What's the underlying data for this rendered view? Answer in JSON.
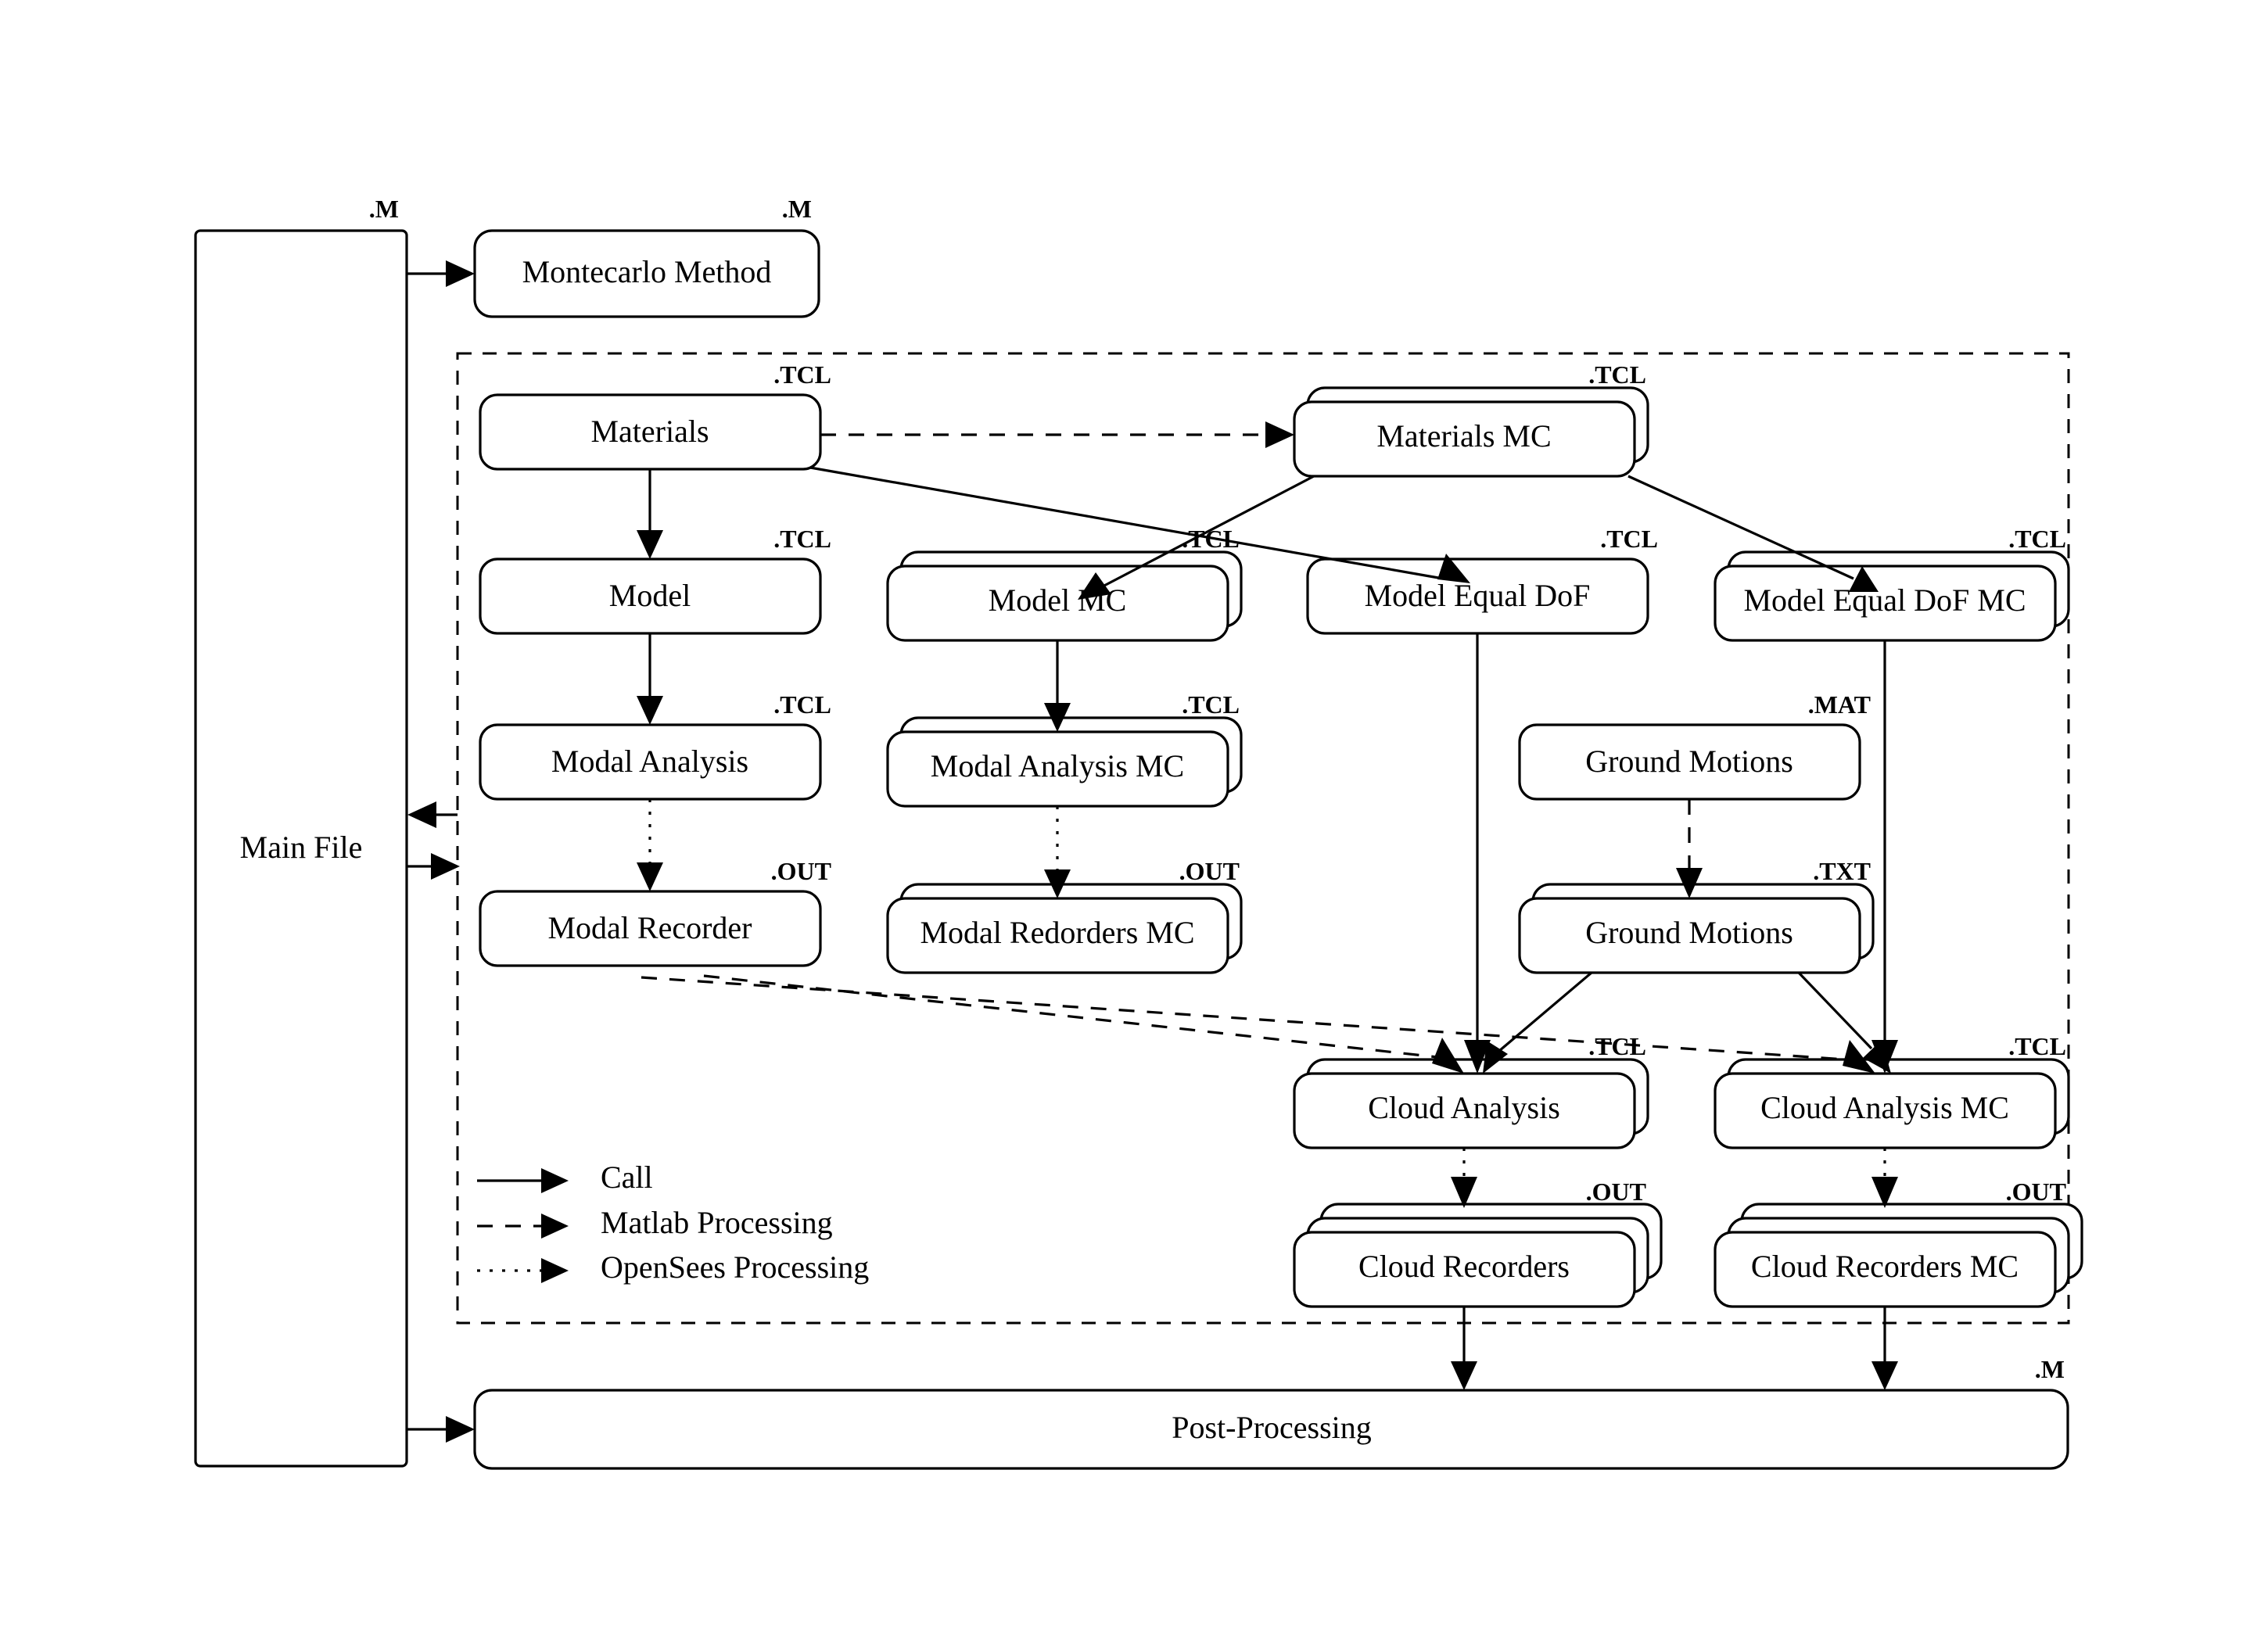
{
  "diagram": {
    "title": "OpenSees / Matlab workflow flowchart",
    "colors": {
      "stroke": "#000000",
      "fill": "#ffffff",
      "background": "#ffffff"
    },
    "nodes": [
      {
        "id": "main-file",
        "label": "Main File",
        "ext": "",
        "stack": 0
      },
      {
        "id": "montecarlo-method",
        "label": "Montecarlo Method",
        "ext": ".M",
        "stack": 0
      },
      {
        "id": "materials",
        "label": "Materials",
        "ext": ".TCL",
        "stack": 0
      },
      {
        "id": "materials-mc",
        "label": "Materials MC",
        "ext": ".TCL",
        "stack": 1
      },
      {
        "id": "model",
        "label": "Model",
        "ext": ".TCL",
        "stack": 0
      },
      {
        "id": "model-mc",
        "label": "Model MC",
        "ext": ".TCL",
        "stack": 1
      },
      {
        "id": "model-equal-dof",
        "label": "Model Equal DoF",
        "ext": ".TCL",
        "stack": 0
      },
      {
        "id": "model-equal-dof-mc",
        "label": "Model Equal DoF MC",
        "ext": ".TCL",
        "stack": 1
      },
      {
        "id": "modal-analysis",
        "label": "Modal Analysis",
        "ext": ".TCL",
        "stack": 0
      },
      {
        "id": "modal-analysis-mc",
        "label": "Modal Analysis MC",
        "ext": ".TCL",
        "stack": 1
      },
      {
        "id": "ground-motions-mat",
        "label": "Ground Motions",
        "ext": ".MAT",
        "stack": 0
      },
      {
        "id": "modal-recorder",
        "label": "Modal Recorder",
        "ext": ".OUT",
        "stack": 0
      },
      {
        "id": "modal-redorders-mc",
        "label": "Modal Redorders MC",
        "ext": ".OUT",
        "stack": 1
      },
      {
        "id": "ground-motions-txt",
        "label": "Ground Motions",
        "ext": ".TXT",
        "stack": 1
      },
      {
        "id": "cloud-analysis",
        "label": "Cloud Analysis",
        "ext": ".TCL",
        "stack": 1
      },
      {
        "id": "cloud-analysis-mc",
        "label": "Cloud Analysis MC",
        "ext": ".TCL",
        "stack": 1
      },
      {
        "id": "cloud-recorders",
        "label": "Cloud Recorders",
        "ext": ".OUT",
        "stack": 2
      },
      {
        "id": "cloud-recorders-mc",
        "label": "Cloud Recorders MC",
        "ext": ".OUT",
        "stack": 2
      },
      {
        "id": "post-processing",
        "label": "Post-Processing",
        "ext": ".M",
        "stack": 0
      }
    ],
    "main_file_ext": ".M",
    "legend": {
      "items": [
        {
          "id": "legend-call",
          "label": "Call",
          "style": "solid"
        },
        {
          "id": "legend-matlab-processing",
          "label": "Matlab Processing",
          "style": "dashed"
        },
        {
          "id": "legend-opensees-processing",
          "label": "OpenSees Processing",
          "style": "dotted"
        }
      ]
    },
    "edges": [
      {
        "from": "main-file",
        "to": "montecarlo-method",
        "style": "solid"
      },
      {
        "from": "opensees-block",
        "to": "main-file",
        "style": "solid"
      },
      {
        "from": "main-file",
        "to": "opensees-block",
        "style": "solid"
      },
      {
        "from": "main-file",
        "to": "post-processing",
        "style": "solid"
      },
      {
        "from": "materials",
        "to": "materials-mc",
        "style": "dashed"
      },
      {
        "from": "materials",
        "to": "model",
        "style": "solid"
      },
      {
        "from": "materials",
        "to": "model-equal-dof",
        "style": "solid"
      },
      {
        "from": "materials-mc",
        "to": "model-mc",
        "style": "solid"
      },
      {
        "from": "materials-mc",
        "to": "model-equal-dof-mc",
        "style": "solid"
      },
      {
        "from": "model",
        "to": "modal-analysis",
        "style": "solid"
      },
      {
        "from": "model-mc",
        "to": "modal-analysis-mc",
        "style": "solid"
      },
      {
        "from": "model-equal-dof",
        "to": "cloud-analysis",
        "style": "solid"
      },
      {
        "from": "model-equal-dof-mc",
        "to": "cloud-analysis-mc",
        "style": "solid"
      },
      {
        "from": "modal-analysis",
        "to": "modal-recorder",
        "style": "dotted"
      },
      {
        "from": "modal-analysis-mc",
        "to": "modal-redorders-mc",
        "style": "dotted"
      },
      {
        "from": "ground-motions-mat",
        "to": "ground-motions-txt",
        "style": "dashed"
      },
      {
        "from": "ground-motions-txt",
        "to": "cloud-analysis",
        "style": "solid"
      },
      {
        "from": "ground-motions-txt",
        "to": "cloud-analysis-mc",
        "style": "solid"
      },
      {
        "from": "modal-recorder",
        "to": "cloud-analysis",
        "style": "dashed"
      },
      {
        "from": "modal-redorders-mc",
        "to": "cloud-analysis-mc",
        "style": "dashed"
      },
      {
        "from": "cloud-analysis",
        "to": "cloud-recorders",
        "style": "dotted"
      },
      {
        "from": "cloud-analysis-mc",
        "to": "cloud-recorders-mc",
        "style": "dotted"
      },
      {
        "from": "cloud-recorders",
        "to": "post-processing",
        "style": "solid"
      },
      {
        "from": "cloud-recorders-mc",
        "to": "post-processing",
        "style": "solid"
      }
    ]
  }
}
